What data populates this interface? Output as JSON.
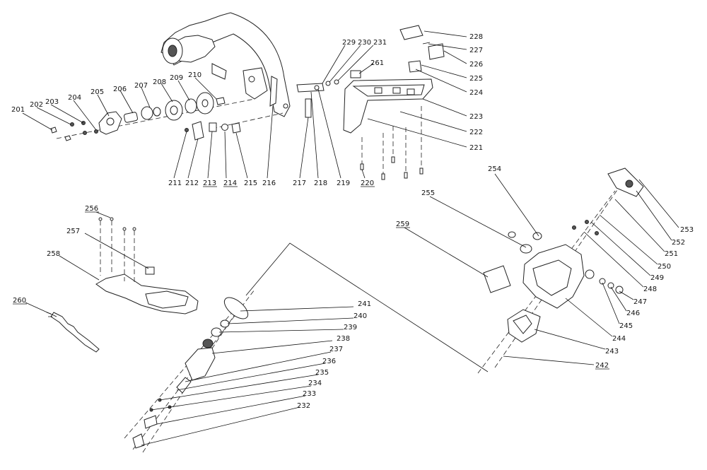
{
  "labels": {
    "201": "201",
    "202": "202",
    "203": "203",
    "204": "204",
    "205": "205",
    "206": "206",
    "207": "207",
    "208": "208",
    "209": "209",
    "210": "210",
    "211": "211",
    "212": "212",
    "213": "213",
    "214": "214",
    "215": "215",
    "216": "216",
    "217": "217",
    "218": "218",
    "219": "219",
    "220": "220",
    "221": "221",
    "222": "222",
    "223": "223",
    "224": "224",
    "225": "225",
    "226": "226",
    "227": "227",
    "228": "228",
    "229": "229",
    "230": "230",
    "231": "231",
    "232": "232",
    "233": "233",
    "234": "234",
    "235": "235",
    "236": "236",
    "237": "237",
    "238": "238",
    "239": "239",
    "240": "240",
    "241": "241",
    "242": "242",
    "243": "243",
    "244": "244",
    "245": "245",
    "246": "246",
    "247": "247",
    "248": "248",
    "249": "249",
    "250": "250",
    "251": "251",
    "252": "252",
    "253": "253",
    "254": "254",
    "255": "255",
    "256": "256",
    "257": "257",
    "258": "258",
    "259": "259",
    "260": "260",
    "261": "261"
  }
}
